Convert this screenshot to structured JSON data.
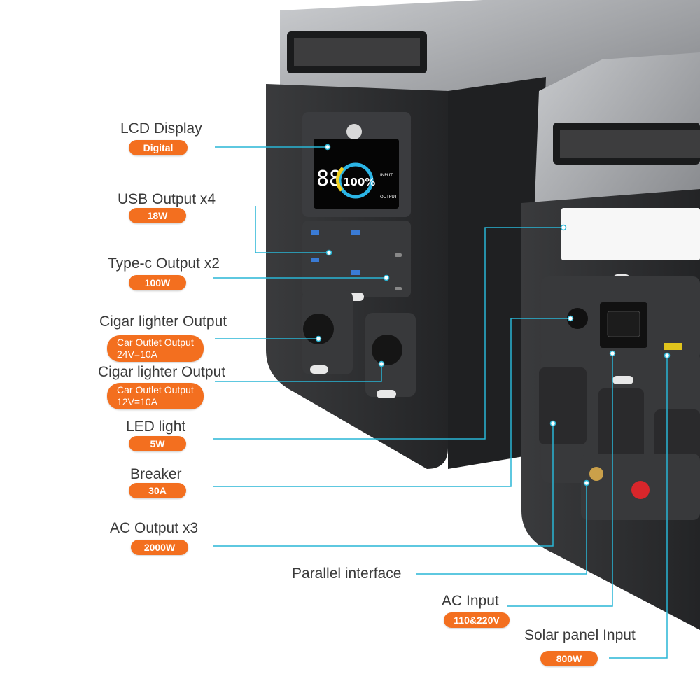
{
  "callouts": [
    {
      "key": "lcd",
      "title": "LCD Display",
      "badge": "Digital"
    },
    {
      "key": "usb",
      "title": "USB Output x4",
      "badge": "18W"
    },
    {
      "key": "typec",
      "title": "Type-c Output x2",
      "badge": "100W"
    },
    {
      "key": "cig1",
      "title": "Cigar lighter Output",
      "badge_lines": [
        "Car Outlet Output",
        "24V=10A"
      ]
    },
    {
      "key": "cig2",
      "title": "Cigar lighter Output",
      "badge_lines": [
        "Car Outlet Output",
        "12V=10A"
      ]
    },
    {
      "key": "led",
      "title": "LED light",
      "badge": "5W"
    },
    {
      "key": "breaker",
      "title": "Breaker",
      "badge": "30A"
    },
    {
      "key": "ac_out",
      "title": "AC Output x3",
      "badge": "2000W"
    },
    {
      "key": "parallel",
      "title": "Parallel interface"
    },
    {
      "key": "ac_in",
      "title": "AC Input",
      "badge": "110&220V"
    },
    {
      "key": "solar",
      "title": "Solar panel Input",
      "badge": "800W"
    }
  ],
  "lcd_screen": {
    "left_digits": "88",
    "percent": "100%",
    "input_label": "INPUT",
    "output_label": "OUTPUT"
  },
  "colors": {
    "accent": "#f36f1f",
    "leader": "#29b6d6",
    "device_dark": "#2d2e30",
    "device_metal": "#9a9c9f"
  }
}
